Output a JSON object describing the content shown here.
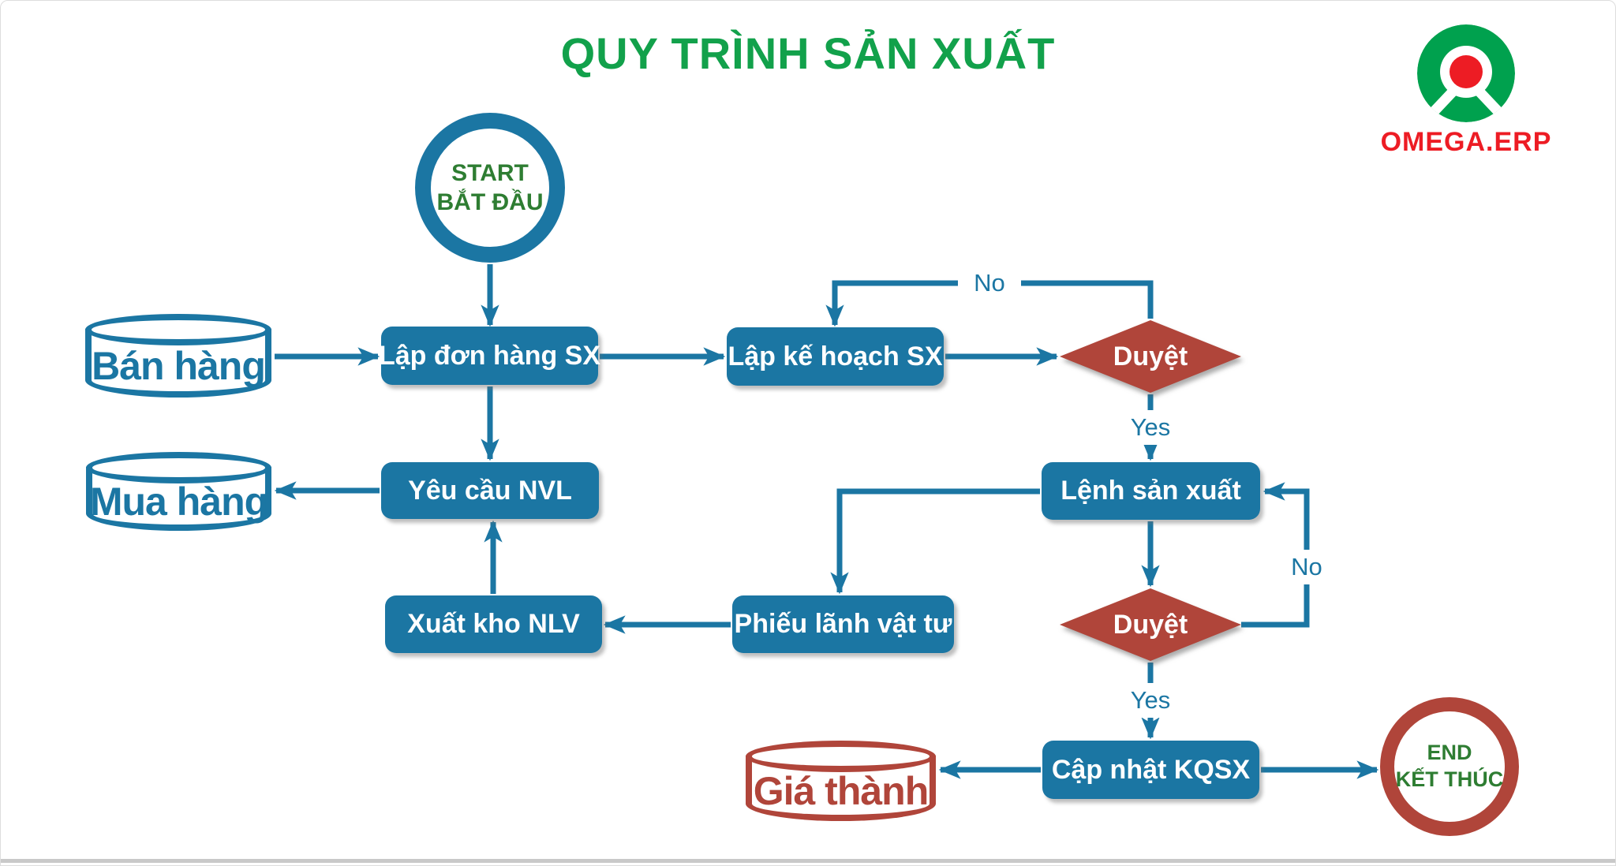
{
  "title": "QUY TRÌNH SẢN XUẤT",
  "logo": {
    "brand": "OMEGA.ERP"
  },
  "nodes": {
    "start": {
      "top": "START",
      "bottom": "BẮT ĐẦU"
    },
    "ban_hang": {
      "label": "Bán hàng"
    },
    "lap_don_hang_sx": {
      "label": "Lập đơn hàng SX"
    },
    "lap_ke_hoach_sx": {
      "label": "Lập kế hoạch SX"
    },
    "duyet_1": {
      "label": "Duyệt"
    },
    "mua_hang": {
      "label": "Mua hàng"
    },
    "yeu_cau_nvl": {
      "label": "Yêu cầu NVL"
    },
    "lenh_san_xuat": {
      "label": "Lệnh sản xuất"
    },
    "xuat_kho_nlv": {
      "label": "Xuất kho NLV"
    },
    "phieu_lanh_vat_tu": {
      "label": "Phiếu lãnh vật tư"
    },
    "duyet_2": {
      "label": "Duyệt"
    },
    "gia_thanh": {
      "label": "Giá thành"
    },
    "cap_nhat_kqsx": {
      "label": "Cập nhật KQSX"
    },
    "end": {
      "top": "END",
      "bottom": "KẾT THÚC"
    }
  },
  "edge_labels": {
    "duyet1_no": "No",
    "duyet1_yes": "Yes",
    "duyet2_no": "No",
    "duyet2_yes": "Yes"
  },
  "colors": {
    "accent_blue": "#1b76a3",
    "accent_red": "#b0453a",
    "accent_green": "#12a14b",
    "node_green": "#2e7d32",
    "logo_red": "#ed1c24",
    "logo_green": "#00a14e"
  }
}
